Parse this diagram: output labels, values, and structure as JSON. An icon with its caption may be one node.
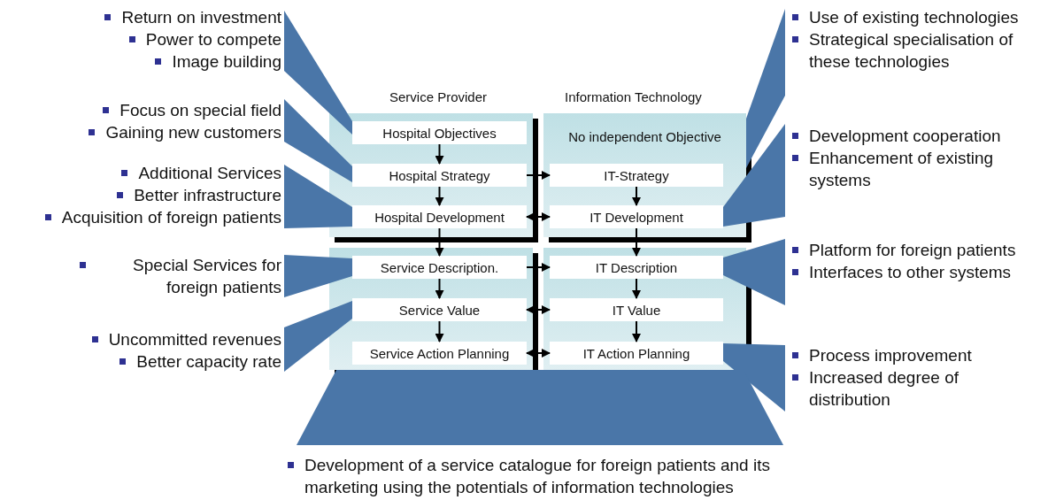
{
  "diagram": {
    "nodes": [
      {
        "text": [],
        "shape": "box"
      },
      {
        "text": [
          "Hospital Objectives"
        ],
        "in": 0
      },
      {
        "text": [
          "Hospital Strategy"
        ],
        "in": 0
      },
      {
        "text": [
          "Hospital Development"
        ],
        "in": 0
      },
      {
        "text": [
          "No independent Objective"
        ]
      },
      {
        "text": [
          "IT-Strategy"
        ],
        "in": 4
      },
      {
        "text": [
          "IT Development"
        ],
        "in": 4
      },
      {
        "text": [],
        "shape": "box"
      },
      {
        "text": [
          "Service Description."
        ],
        "in": 7
      },
      {
        "text": [
          "Service Value"
        ],
        "in": 7
      },
      {
        "text": [
          "Service Action Planning"
        ],
        "in": 7
      },
      {
        "text": [],
        "shape": "box"
      },
      {
        "text": [
          "IT Description"
        ],
        "in": 11
      },
      {
        "text": [
          "IT Value"
        ],
        "in": 11
      },
      {
        "text": [
          "IT Action Planning"
        ],
        "in": 11
      },
      {
        "text": [
          "Return on investment",
          "Power to compete",
          "Image building"
        ]
      },
      {
        "text": [
          "Focus on special field",
          "Gaining new customers"
        ]
      },
      {
        "text": [
          "Additional Services",
          "Better infrastructure",
          "Acquisition of foreign patients"
        ]
      },
      {
        "text": [
          "Special Services for foreign patients"
        ]
      },
      {
        "text": [
          "Uncommitted revenues",
          "Better capacity rate"
        ]
      },
      {
        "text": [
          "Use of existing technologies",
          "Strategical specialisation of these technologies"
        ]
      },
      {
        "text": [
          "Development cooperation",
          "Enhancement of existing systems"
        ]
      },
      {
        "text": [
          "Platform for foreign patients",
          "Interfaces to other systems"
        ]
      },
      {
        "text": [
          "Process improvement",
          "Increased degree of distribution"
        ]
      },
      {
        "text": [
          "Development of a service catalogue for foreign patients and its marketing using the potentials of information technologies"
        ]
      }
    ],
    "edges": [
      {
        "from": 1,
        "to": 2,
        "arrow": "to"
      },
      {
        "from": 2,
        "to": 3,
        "arrow": "to"
      },
      {
        "from": 3,
        "to": 8,
        "arrow": "to"
      },
      {
        "from": 2,
        "to": 5,
        "arrow": "to"
      },
      {
        "from": 3,
        "to": 6,
        "arrow": "both"
      },
      {
        "from": 5,
        "to": 6,
        "arrow": "to"
      },
      {
        "from": 6,
        "to": 12,
        "arrow": "to"
      },
      {
        "from": 8,
        "to": 12,
        "arrow": "to"
      },
      {
        "from": 8,
        "to": 9,
        "arrow": "to"
      },
      {
        "from": 9,
        "to": 10,
        "arrow": "to"
      },
      {
        "from": 9,
        "to": 13,
        "arrow": "both"
      },
      {
        "from": 10,
        "to": 14,
        "arrow": "both"
      },
      {
        "from": 12,
        "to": 13,
        "arrow": "to"
      },
      {
        "from": 13,
        "to": 14,
        "arrow": "to"
      },
      {
        "from": 15,
        "to": 1,
        "arrow": "none",
        "color": "#4a76a8"
      },
      {
        "from": 16,
        "to": 2,
        "arrow": "none",
        "color": "#4a76a8"
      },
      {
        "from": 17,
        "to": 3,
        "arrow": "none",
        "color": "#4a76a8"
      },
      {
        "from": 18,
        "to": 8,
        "arrow": "none",
        "color": "#4a76a8"
      },
      {
        "from": 19,
        "to": 9,
        "arrow": "none",
        "color": "#4a76a8"
      },
      {
        "from": 20,
        "to": 4,
        "arrow": "none",
        "color": "#4a76a8"
      },
      {
        "from": 21,
        "to": 6,
        "arrow": "none",
        "color": "#4a76a8"
      },
      {
        "from": 22,
        "to": 12,
        "arrow": "none",
        "color": "#4a76a8"
      },
      {
        "from": 23,
        "to": 14,
        "arrow": "none",
        "color": "#4a76a8"
      },
      {
        "from": 24,
        "to": null,
        "arrow": "none",
        "color": "#4a76a8"
      }
    ],
    "labels": [
      "Service Provider",
      "Information Technology"
    ]
  }
}
